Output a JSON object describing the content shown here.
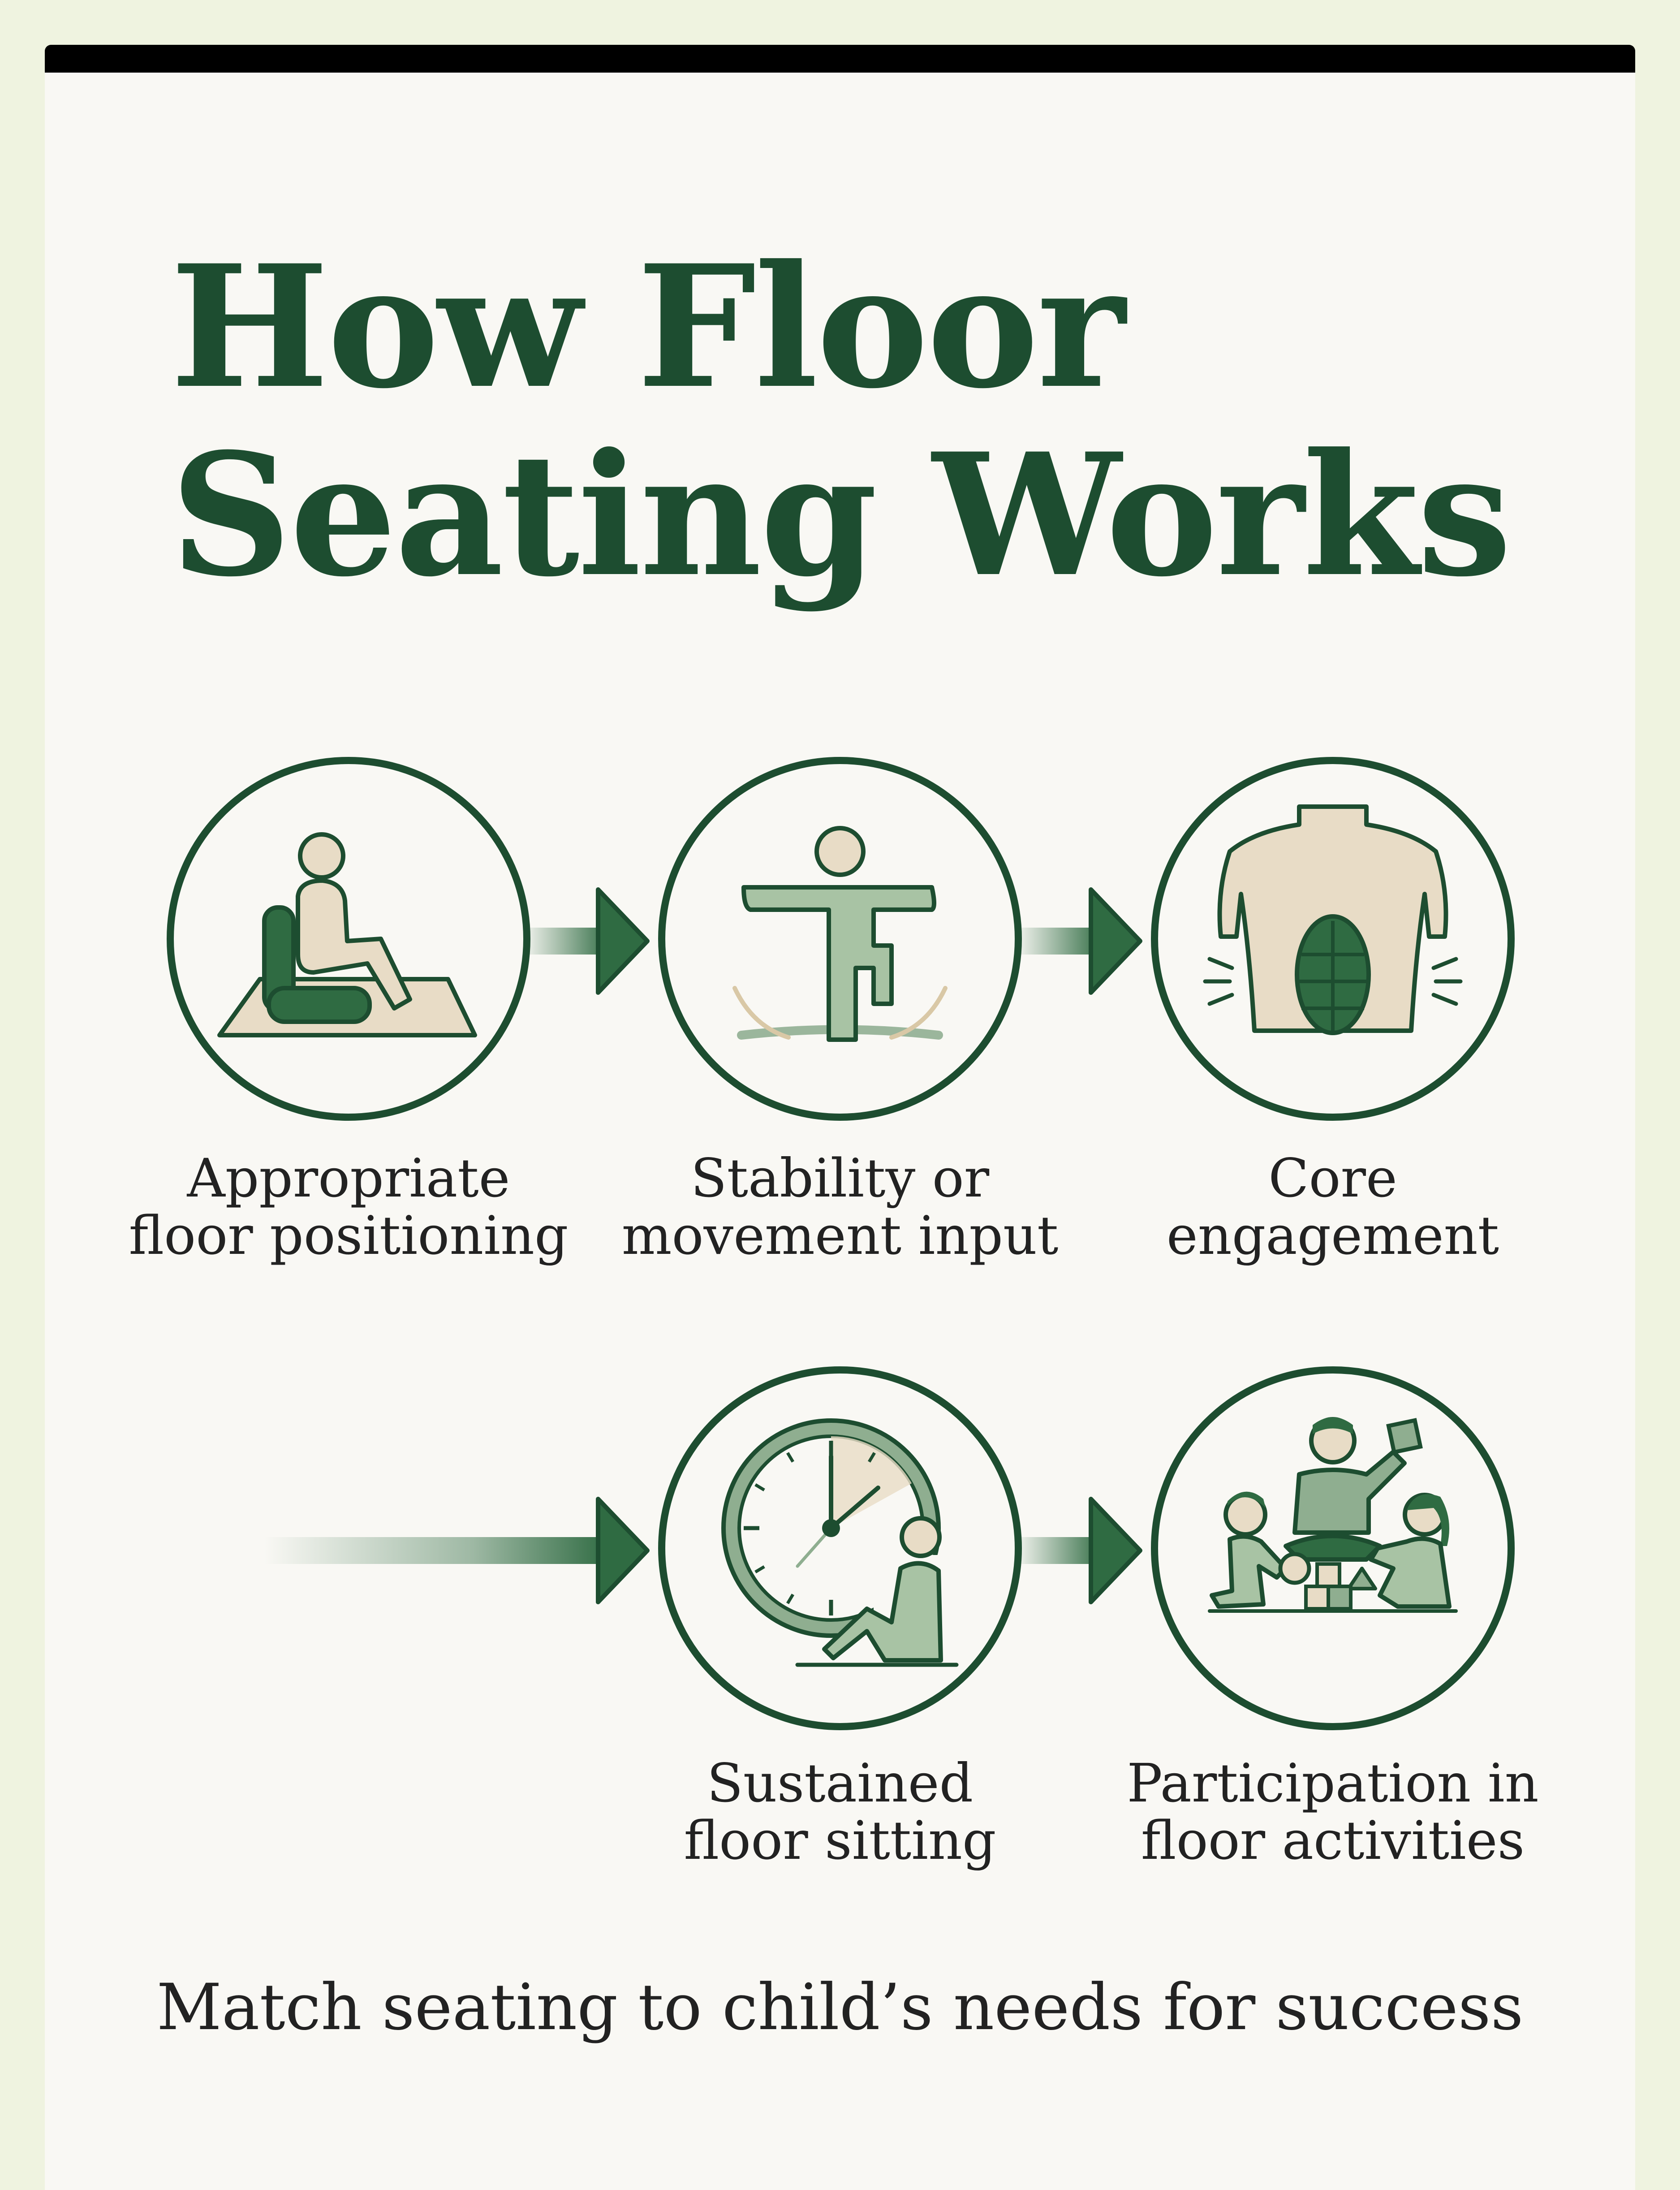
{
  "title": {
    "line1": "How Floor",
    "line2": "Seating Works"
  },
  "steps": [
    {
      "line1": "Appropriate",
      "line2": "floor positioning",
      "icon": "floor-cushion-sitting-icon"
    },
    {
      "line1": "Stability or",
      "line2": "movement input",
      "icon": "balance-icon"
    },
    {
      "line1": "Core",
      "line2": "engagement",
      "icon": "core-muscles-icon"
    },
    {
      "line1": "Sustained",
      "line2": "floor sitting",
      "icon": "clock-sitting-icon"
    },
    {
      "line1": "Participation in",
      "line2": "floor activities",
      "icon": "group-play-icon"
    }
  ],
  "footer": "Match seating to child’s needs for success",
  "colors": {
    "accent": "#1d4d30",
    "icon_green": "#2f6b42",
    "icon_light": "#8fae90",
    "beige": "#e8dcc6",
    "background": "#f9f8f4"
  }
}
